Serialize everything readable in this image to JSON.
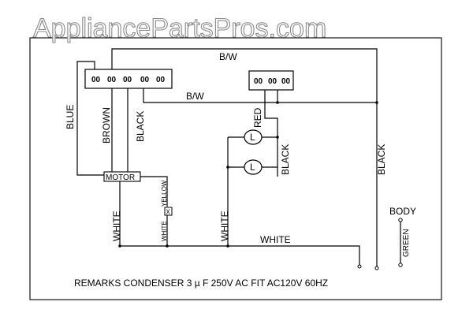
{
  "watermark": "AppliancePartsPros.com",
  "wires": {
    "bw_top": "B/W",
    "bw_mid": "B/W",
    "blue": "BLUE",
    "brown": "BROWN",
    "black_switch": "BLACK",
    "red": "RED",
    "black_lamp": "BLACK",
    "black_right": "BLACK",
    "white_motor": "WHITE",
    "white_lamp": "WHITE",
    "white_bottom": "WHITE",
    "yellow": "YELLOW",
    "white_small": "WHITE",
    "green": "GREEN"
  },
  "components": {
    "motor": "MOTOR",
    "lamp_1": "L",
    "lamp_2": "L",
    "capacitor_mark": "X",
    "body": "BODY",
    "switch_terminals": [
      "00",
      "00",
      "00",
      "00",
      "00"
    ],
    "lamp_switch_terminals": [
      "00",
      "00",
      "00"
    ]
  },
  "remarks": "REMARKS CONDENSER 3 µ F 250V AC FIT AC120V 60HZ"
}
